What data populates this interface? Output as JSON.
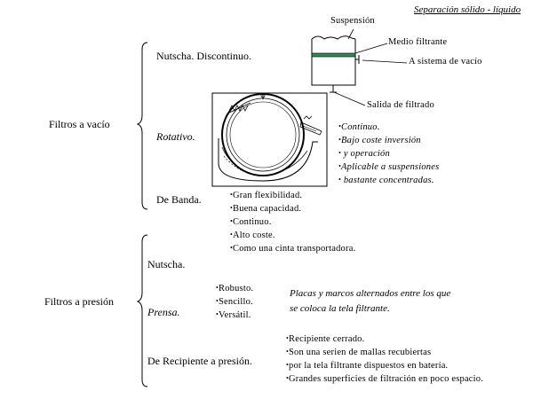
{
  "title": "Separación sólido - líquido",
  "groups": {
    "vacio": {
      "label": "Filtros a vacío",
      "nutscha": {
        "label": "Nutscha. Discontinuo.",
        "callouts": {
          "suspension": "Suspensión",
          "medio": "Medio filtrante",
          "vacio": "A sistema de vacío",
          "salida": "Salida de filtrado"
        }
      },
      "rotativo": {
        "label": "Rotativo.",
        "bullets": [
          "Continuo.",
          "Bajo coste inversión",
          " y operación",
          "Aplicable a suspensiones",
          " bastante concentradas."
        ]
      },
      "banda": {
        "label": "De Banda.",
        "bullets": [
          "Gran flexibilidad.",
          "Buena capacidad.",
          "Continuo.",
          "Alto coste.",
          "Como una cinta transportadora."
        ]
      }
    },
    "presion": {
      "label": "Filtros a presión",
      "nutscha": {
        "label": "Nutscha."
      },
      "prensa": {
        "label": "Prensa.",
        "bullets": [
          "Robusto.",
          "Sencillo.",
          "Versátil."
        ],
        "note_line1": "Placas y marcos alternados entre los que",
        "note_line2": "se coloca la tela filtrante."
      },
      "recipiente": {
        "label": "De Recipiente a presión.",
        "bullets": [
          "Recipiente cerrado.",
          "Son una serien de mallas recubiertas",
          "por la tela filtrante dispuestos en batería.",
          "Grandes superficies de filtración en poco espacio."
        ]
      }
    }
  },
  "colors": {
    "filter_medium": "#2e8b57"
  }
}
